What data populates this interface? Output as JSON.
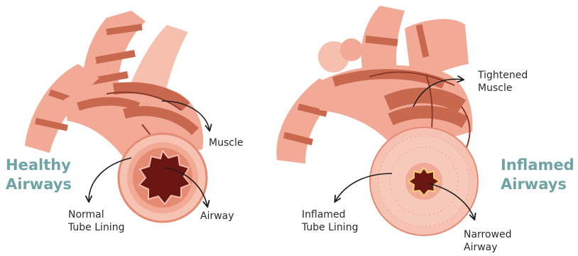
{
  "colors": {
    "heading": "#6fa3a6",
    "skin": "#f2a995",
    "skin_light": "#f7bfae",
    "muscle": "#c8684f",
    "muscle_dark": "#8e3a2a",
    "lumen": "#6b1612",
    "lining": "#e58a73",
    "cross_section": "#f6c2b2",
    "arrow": "#1e1e1e"
  },
  "left": {
    "heading": "Healthy\nAirways",
    "labels": {
      "muscle": "Muscle",
      "lining": "Normal\nTube Lining",
      "airway": "Airway"
    }
  },
  "right": {
    "heading": "Inflamed\nAirways",
    "labels": {
      "muscle": "Tightened\nMuscle",
      "lining": "Inflamed\nTube Lining",
      "airway": "Narrowed\nAirway"
    }
  }
}
